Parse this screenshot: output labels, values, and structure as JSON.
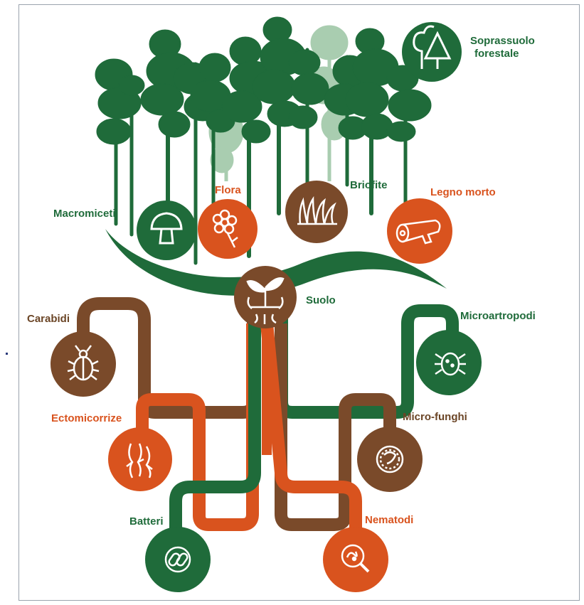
{
  "colors": {
    "green": "#1f6b3a",
    "light_green": "#a9cdb0",
    "orange": "#d9531e",
    "brown": "#7a4a2a",
    "frame": "#9aa3ad"
  },
  "labels": {
    "soprassuolo": [
      "Soprassuolo",
      "forestale"
    ],
    "macromiceti": "Macromiceti",
    "flora": "Flora",
    "briofite": "Briofite",
    "legno_morto": "Legno morto",
    "suolo": "Suolo",
    "carabidi": "Carabidi",
    "microartropodi": "Microartropodi",
    "ectomicorrize": "Ectomicorrize",
    "micro_funghi": "Micro-funghi",
    "batteri": "Batteri",
    "nematodi": "Nematodi"
  },
  "icons": {
    "soprassuolo": "tree-icon",
    "macromiceti": "mushroom-icon",
    "flora": "flower-icon",
    "briofite": "moss-icon",
    "legno_morto": "log-icon",
    "suolo": "sprout-icon",
    "carabidi": "beetle-icon",
    "microartropodi": "mite-icon",
    "ectomicorrize": "roots-icon",
    "micro_funghi": "fungi-icon",
    "batteri": "bacteria-icon",
    "nematodi": "magnifier-icon"
  }
}
